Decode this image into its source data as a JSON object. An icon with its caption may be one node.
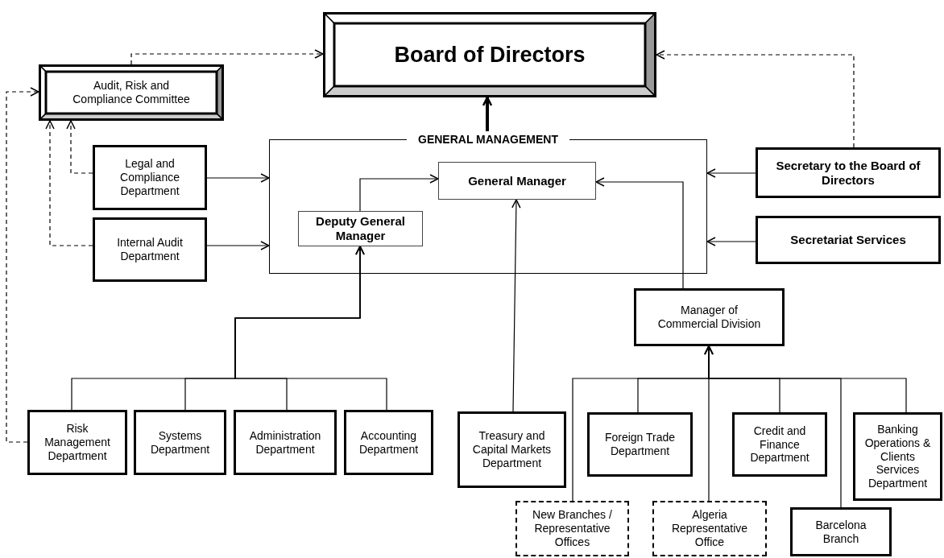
{
  "diagram": {
    "nodes": [
      {
        "text": [
          "Board of Directors"
        ]
      },
      {
        "text": [
          "Audit, Risk and Compliance Committee"
        ]
      },
      {
        "text": [
          "GENERAL MANAGEMENT"
        ]
      },
      {
        "text": [
          "General Manager"
        ],
        "in": 2
      },
      {
        "text": [
          "Deputy General Manager"
        ],
        "in": 2
      },
      {
        "text": [
          "Legal and Compliance Department"
        ]
      },
      {
        "text": [
          "Internal Audit Department"
        ]
      },
      {
        "text": [
          "Secretary to the Board of Directors"
        ]
      },
      {
        "text": [
          "Secretariat Services"
        ]
      },
      {
        "text": [
          "Manager of Commercial Division"
        ]
      },
      {
        "text": [
          "Risk Management Department"
        ]
      },
      {
        "text": [
          "Systems Department"
        ]
      },
      {
        "text": [
          "Administration Department"
        ]
      },
      {
        "text": [
          "Accounting Department"
        ]
      },
      {
        "text": [
          "Treasury and Capital Markets Department"
        ]
      },
      {
        "text": [
          "Foreign Trade Department"
        ]
      },
      {
        "text": [
          "Credit and Finance Department"
        ]
      },
      {
        "text": [
          "Banking Operations & Clients Services Department"
        ]
      },
      {
        "text": [
          "New Branches / Representative Offices"
        ]
      },
      {
        "text": [
          "Algeria Representative Office"
        ]
      },
      {
        "text": [
          "Barcelona Branch"
        ]
      }
    ],
    "edges": [
      {
        "from": 1,
        "to": 0,
        "arrow": "to",
        "style": "dashed"
      },
      {
        "from": 7,
        "to": 0,
        "arrow": "to",
        "style": "dashed"
      },
      {
        "from": 2,
        "to": 0,
        "arrow": "to",
        "style": "thick"
      },
      {
        "from": 5,
        "to": 1,
        "arrow": "to",
        "style": "dashed"
      },
      {
        "from": 6,
        "to": 1,
        "arrow": "to",
        "style": "dashed"
      },
      {
        "from": 10,
        "to": 1,
        "arrow": "to",
        "style": "dashed"
      },
      {
        "from": 5,
        "to": 2,
        "arrow": "to"
      },
      {
        "from": 6,
        "to": 2,
        "arrow": "to"
      },
      {
        "from": 7,
        "to": 2,
        "arrow": "to"
      },
      {
        "from": 8,
        "to": 2,
        "arrow": "to"
      },
      {
        "from": 4,
        "to": 3,
        "arrow": "to"
      },
      {
        "from": 14,
        "to": 3,
        "arrow": "to"
      },
      {
        "from": 9,
        "to": 3,
        "arrow": "to"
      },
      {
        "from": 10,
        "to": 4,
        "arrow": "to"
      },
      {
        "from": 11,
        "to": 4,
        "arrow": "to"
      },
      {
        "from": 12,
        "to": 4,
        "arrow": "to"
      },
      {
        "from": 13,
        "to": 4,
        "arrow": "to"
      },
      {
        "from": 15,
        "to": 9,
        "arrow": "to"
      },
      {
        "from": 16,
        "to": 9,
        "arrow": "to"
      },
      {
        "from": 17,
        "to": 9,
        "arrow": "to"
      },
      {
        "from": 18,
        "to": 9,
        "arrow": "to"
      },
      {
        "from": 19,
        "to": 9,
        "arrow": "to"
      },
      {
        "from": 20,
        "to": 9,
        "arrow": "to"
      }
    ]
  }
}
